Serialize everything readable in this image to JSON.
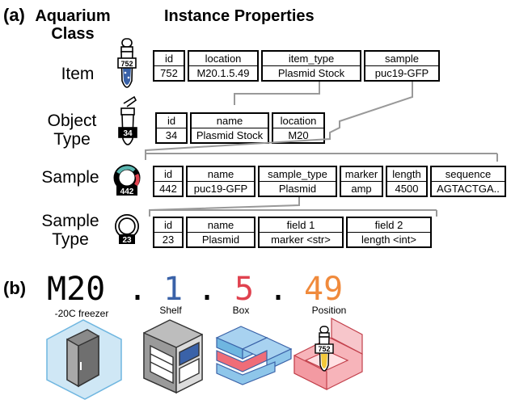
{
  "panel_a": {
    "label": "(a)",
    "class_header": "Aquarium Class",
    "props_header": "Instance Properties",
    "rows": [
      {
        "class_name": "Item",
        "icon_tag": "752",
        "headers": [
          "id",
          "location",
          "item_type",
          "sample"
        ],
        "values": [
          "752",
          "M20.1.5.49",
          "Plasmid Stock",
          "puc19-GFP"
        ]
      },
      {
        "class_name": "Object Type",
        "icon_tag": "34",
        "headers": [
          "id",
          "name",
          "location"
        ],
        "values": [
          "34",
          "Plasmid Stock",
          "M20"
        ]
      },
      {
        "class_name": "Sample",
        "icon_tag": "442",
        "headers": [
          "id",
          "name",
          "sample_type",
          "marker",
          "length",
          "sequence"
        ],
        "values": [
          "442",
          "puc19-GFP",
          "Plasmid",
          "amp",
          "4500",
          "AGTACTGA.."
        ]
      },
      {
        "class_name": "Sample Type",
        "icon_tag": "23",
        "headers": [
          "id",
          "name",
          "field 1",
          "field 2"
        ],
        "values": [
          "23",
          "Plasmid",
          "marker <str>",
          "length <int>"
        ]
      }
    ]
  },
  "panel_b": {
    "label": "(b)",
    "parts": [
      {
        "text": "M20",
        "color": "#000000",
        "caption": "-20C freezer"
      },
      {
        "text": "1",
        "color": "#3a62a8",
        "caption": "Shelf"
      },
      {
        "text": "5",
        "color": "#e0424f",
        "caption": "Box"
      },
      {
        "text": "49",
        "color": "#f08a3c",
        "caption": "Position"
      }
    ],
    "separator": ".",
    "tube_tag": "752"
  }
}
